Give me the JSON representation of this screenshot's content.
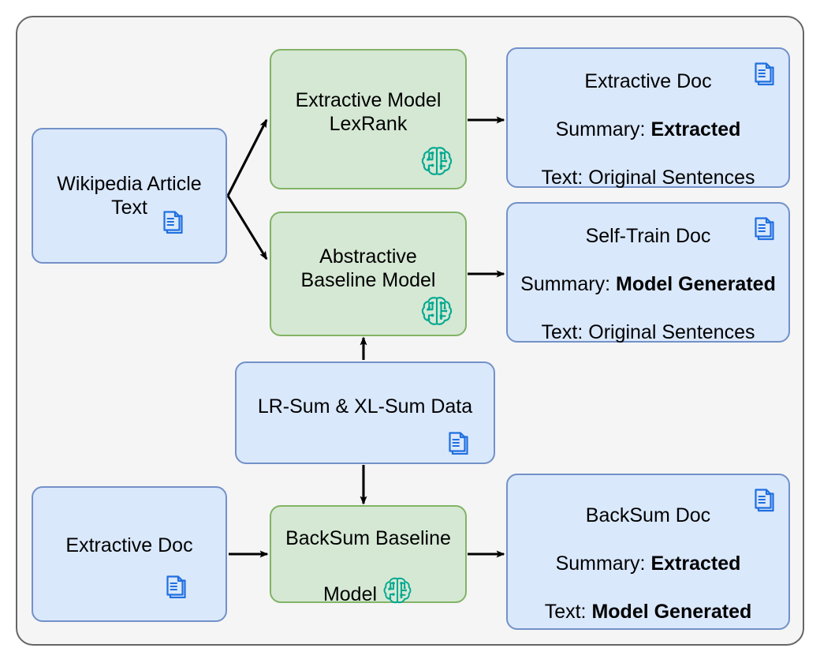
{
  "diagram": {
    "title": "Summarization pipeline diagram",
    "colors": {
      "blue_fill": "#dae8fc",
      "blue_border": "#7391c8",
      "green_fill": "#d5e8d4",
      "green_border": "#82b366",
      "frame_fill": "#f5f5f5",
      "frame_border": "#666666",
      "doc_icon": "#1f6fe0",
      "brain_icon": "#00a890",
      "arrow": "#000000"
    },
    "nodes": {
      "wikipedia": {
        "label": "Wikipedia Article\nText",
        "icon": "documents-icon"
      },
      "extractive_model": {
        "label": "Extractive Model\nLexRank",
        "icon": "brain-circuit-icon"
      },
      "abstractive_model": {
        "label": "Abstractive\nBaseline Model",
        "icon": "brain-circuit-icon"
      },
      "lrsum_data": {
        "label": "LR-Sum & XL-Sum Data",
        "icon": "documents-icon"
      },
      "extractive_doc": {
        "label": "Extractive Doc",
        "icon": "documents-icon"
      },
      "backsum_model": {
        "label_line1": "BackSum Baseline",
        "label_line2": "Model",
        "icon": "brain-circuit-icon"
      },
      "doc_extractive": {
        "line1": "Extractive Doc",
        "line2_prefix": "Summary: ",
        "line2_value": "Extracted",
        "line3_prefix": "Text: ",
        "line3_value": "Original Sentences",
        "line2_bold": true,
        "line3_bold": false,
        "icon": "documents-icon"
      },
      "doc_selftrain": {
        "line1": "Self-Train Doc",
        "line2_prefix": "Summary: ",
        "line2_value": "Model Generated",
        "line3_prefix": "Text: ",
        "line3_value": "Original Sentences",
        "line2_bold": true,
        "line3_bold": false,
        "icon": "documents-icon"
      },
      "doc_backsum": {
        "line1": "BackSum Doc",
        "line2_prefix": "Summary: ",
        "line2_value": "Extracted",
        "line3_prefix": "Text: ",
        "line3_value": "Model Generated",
        "line2_bold": true,
        "line3_bold": true,
        "icon": "documents-icon"
      }
    },
    "edges": [
      {
        "name": "wikipedia-to-extractive-model",
        "from": "wikipedia",
        "to": "extractive_model",
        "label": ""
      },
      {
        "name": "wikipedia-to-abstractive-model",
        "from": "wikipedia",
        "to": "abstractive_model",
        "label": ""
      },
      {
        "name": "extractive-model-to-doc-extractive",
        "from": "extractive_model",
        "to": "doc_extractive",
        "label": ""
      },
      {
        "name": "abstractive-model-to-doc-selftrain",
        "from": "abstractive_model",
        "to": "doc_selftrain",
        "label": ""
      },
      {
        "name": "lrsum-to-abstractive-model",
        "from": "lrsum_data",
        "to": "abstractive_model",
        "label": ""
      },
      {
        "name": "lrsum-to-backsum-model",
        "from": "lrsum_data",
        "to": "backsum_model",
        "label": ""
      },
      {
        "name": "extractive-doc-to-backsum-model",
        "from": "extractive_doc",
        "to": "backsum_model",
        "label": ""
      },
      {
        "name": "backsum-model-to-doc-backsum",
        "from": "backsum_model",
        "to": "doc_backsum",
        "label": ""
      }
    ]
  }
}
